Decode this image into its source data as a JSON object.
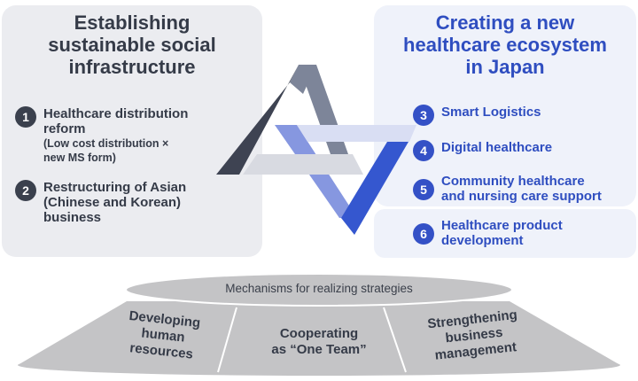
{
  "left": {
    "title": [
      "Establishing",
      "sustainable social",
      "infrastructure"
    ],
    "items": [
      {
        "num": "1",
        "lines": [
          "Healthcare distribution",
          "reform"
        ],
        "sub": [
          "(Low cost distribution ×",
          "new MS form)"
        ]
      },
      {
        "num": "2",
        "lines": [
          "Restructuring of Asian",
          "(Chinese and Korean)",
          "business"
        ]
      }
    ]
  },
  "right": {
    "title": [
      "Creating a new",
      "healthcare ecosystem",
      "in Japan"
    ],
    "items": [
      {
        "num": "3",
        "lines": [
          "Smart Logistics"
        ]
      },
      {
        "num": "4",
        "lines": [
          "Digital healthcare"
        ]
      },
      {
        "num": "5",
        "lines": [
          "Community healthcare",
          "and nursing care support"
        ]
      },
      {
        "num": "6",
        "lines": [
          "Healthcare product",
          "development"
        ]
      }
    ]
  },
  "base": {
    "top_label": "Mechanisms for realizing strategies",
    "segments": [
      {
        "lines": [
          "Developing",
          "human",
          "resources"
        ]
      },
      {
        "lines": [
          "Cooperating",
          "as “One Team”"
        ]
      },
      {
        "lines": [
          "Strengthening",
          "business",
          "management"
        ]
      }
    ]
  },
  "colors": {
    "dark": "#353b48",
    "blue": "#2f4ec0",
    "left_panel": "#ebecf0",
    "right_panel": "#eff2fa",
    "base_gray": "#c4c4c6"
  }
}
